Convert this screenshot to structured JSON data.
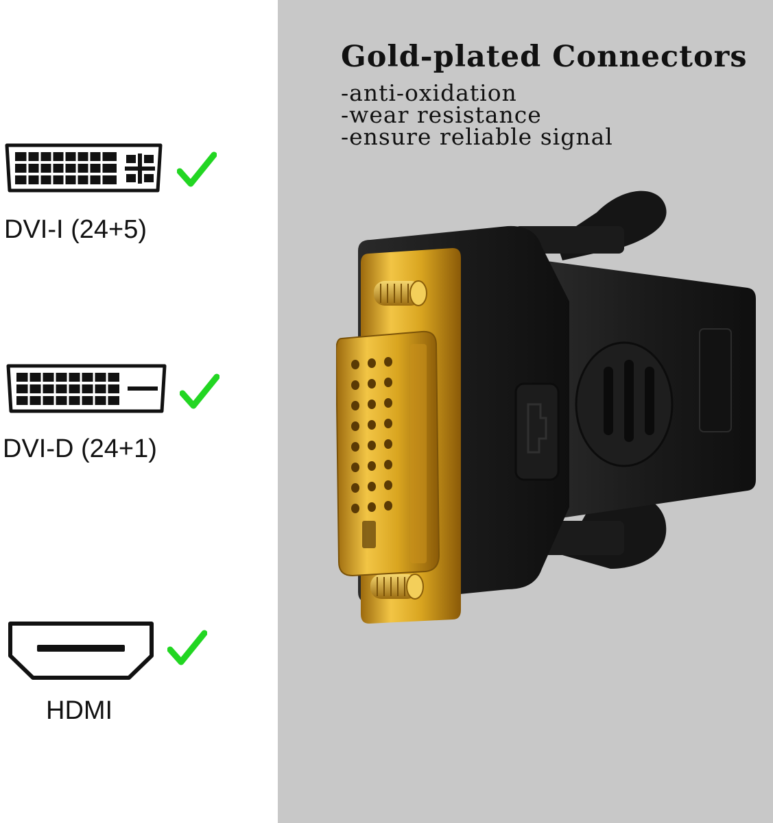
{
  "ports": [
    {
      "label": "DVI-I (24+5)",
      "icon": "dvi-i-connector-icon",
      "supported": true
    },
    {
      "label": "DVI-D (24+1)",
      "icon": "dvi-d-connector-icon",
      "supported": true
    },
    {
      "label": "HDMI",
      "icon": "hdmi-connector-icon",
      "supported": true
    }
  ],
  "headline": "Gold-plated Connectors",
  "features": [
    "-anti-oxidation",
    "-wear resistance",
    "-ensure reliable signal"
  ],
  "colors": {
    "check": "#22d622",
    "panel": "#c8c8c8",
    "gold": "#d9a520",
    "body": "#1c1c1c"
  }
}
